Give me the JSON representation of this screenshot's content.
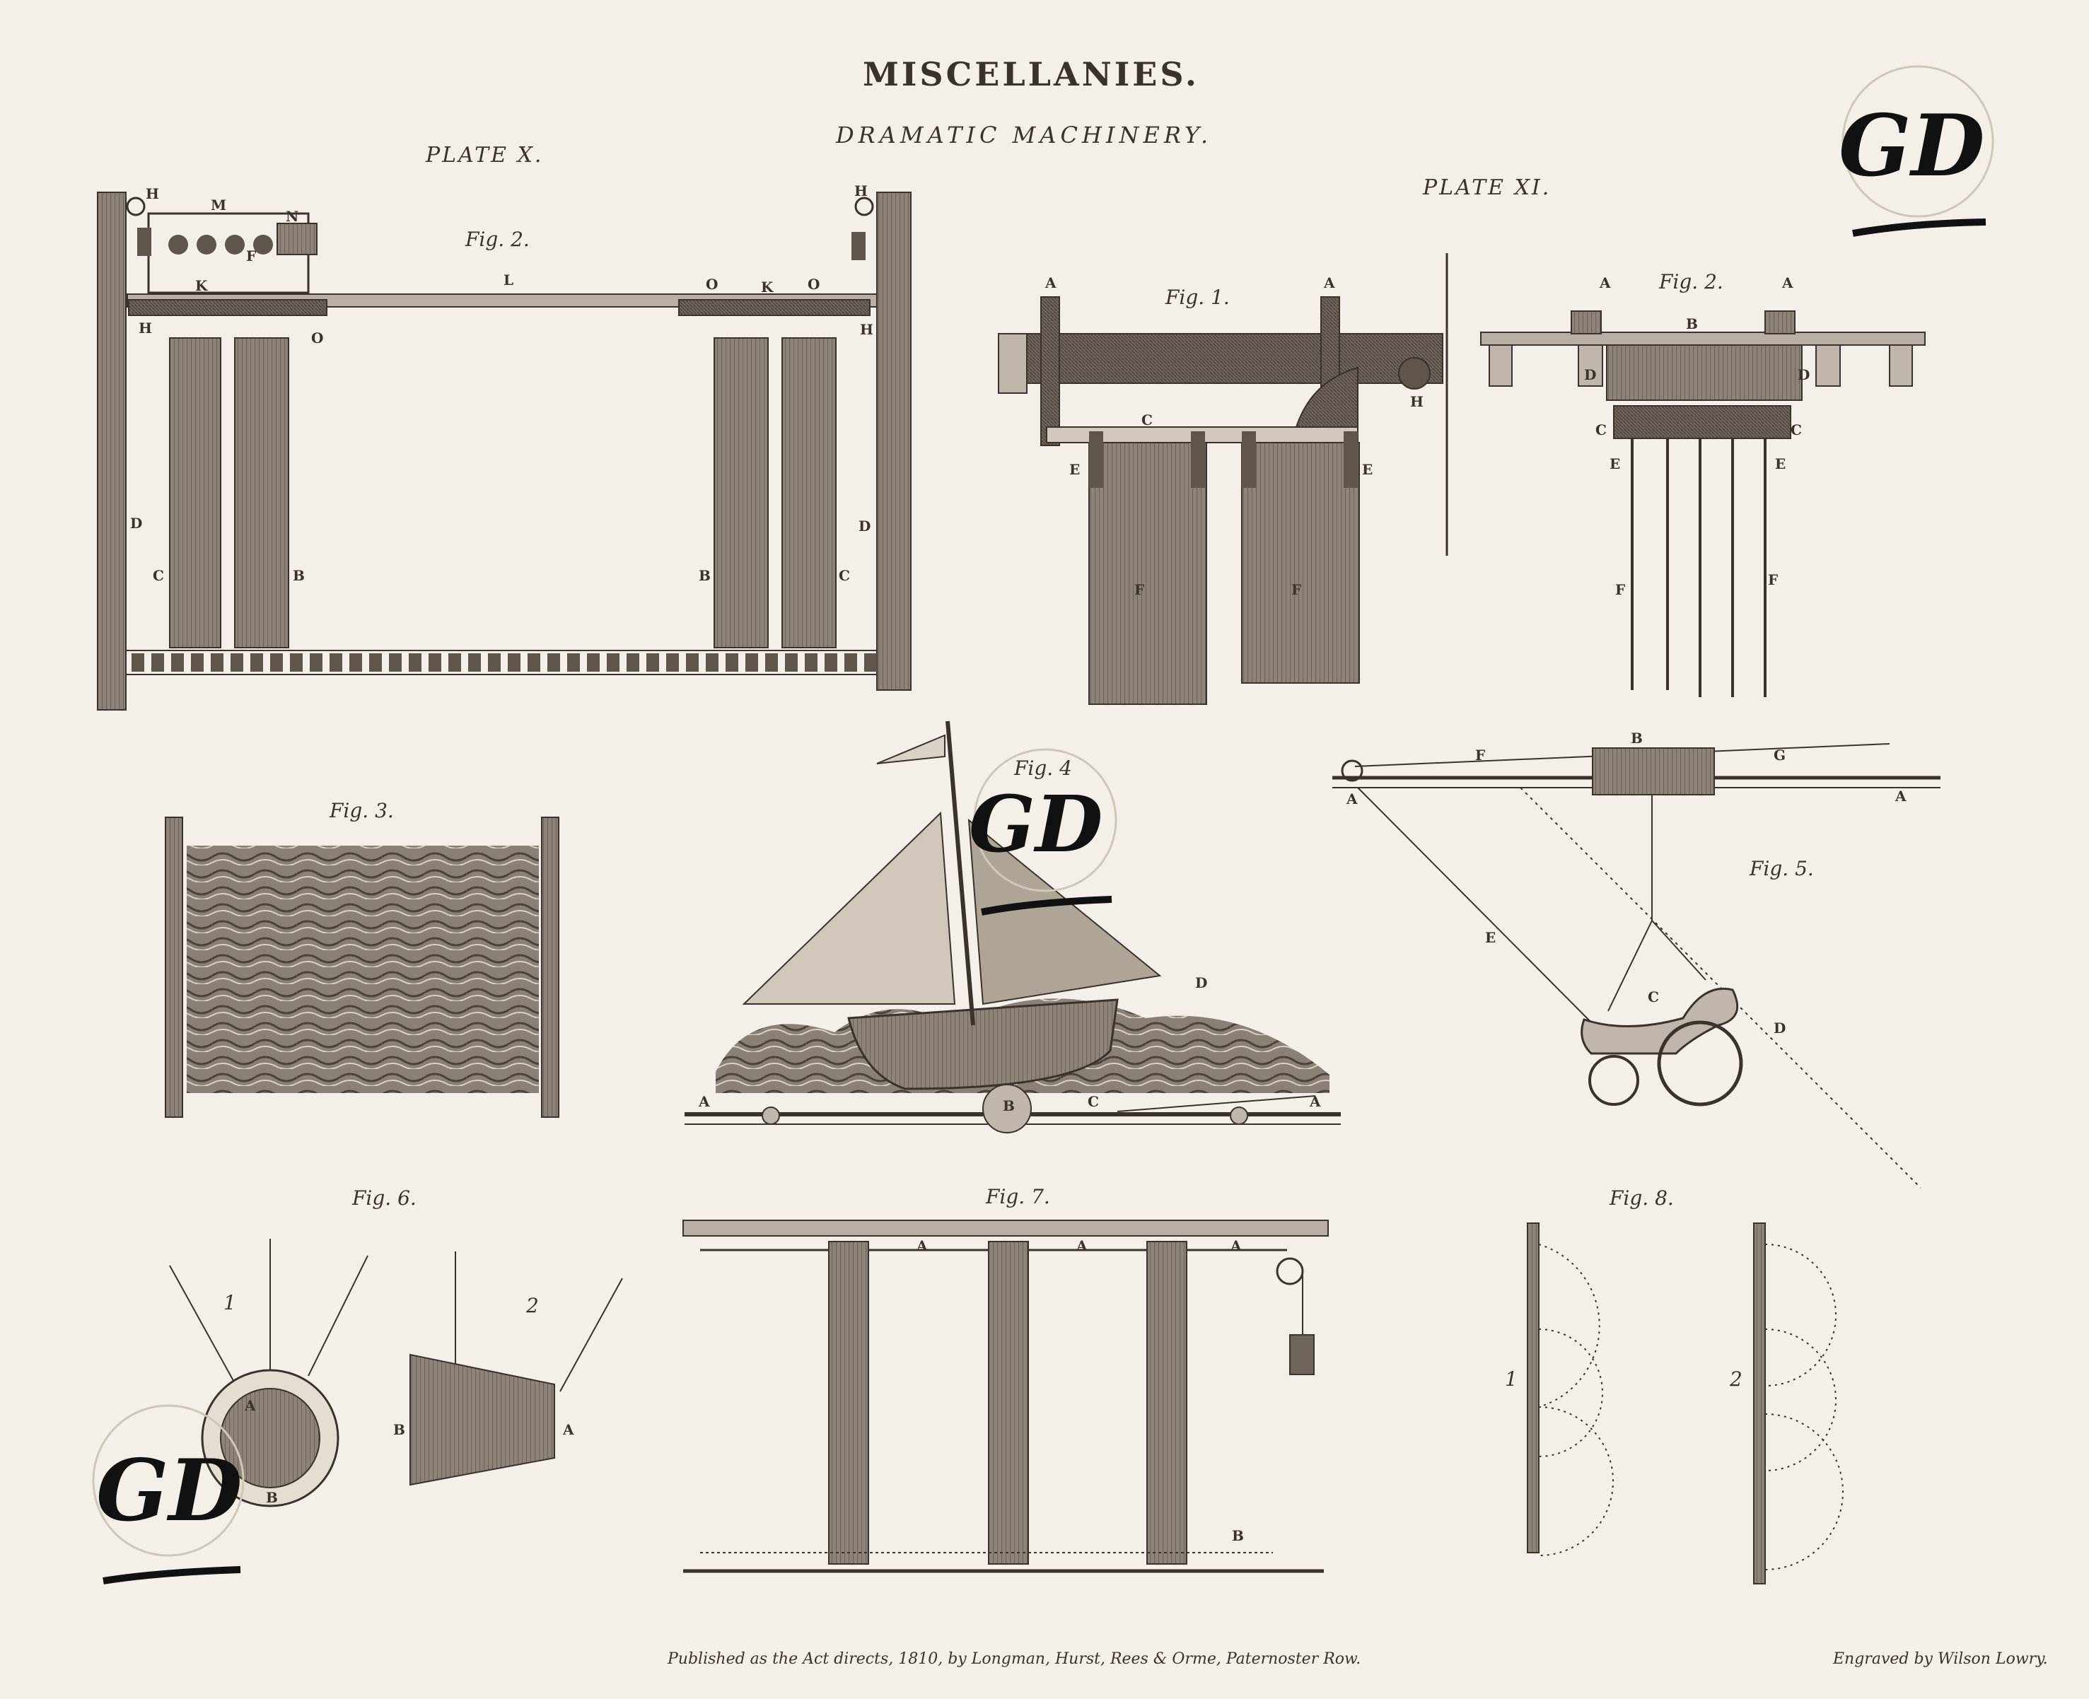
{
  "header": {
    "title": "MISCELLANIES.",
    "subtitle": "DRAMATIC MACHINERY.",
    "plate_left": "PLATE X.",
    "plate_right": "PLATE XI."
  },
  "figures": {
    "plate10_fig2": "Fig. 2.",
    "plate11_fig1": "Fig. 1.",
    "plate11_fig2": "Fig. 2.",
    "fig3": "Fig. 3.",
    "fig4": "Fig. 4",
    "fig5": "Fig. 5.",
    "fig6": "Fig. 6.",
    "fig7": "Fig. 7.",
    "fig8": "Fig. 8."
  },
  "labels": {
    "H": "H",
    "M": "M",
    "N": "N",
    "F": "F",
    "K": "K",
    "L": "L",
    "O": "O",
    "D": "D",
    "C": "C",
    "B": "B",
    "A": "A",
    "E": "E",
    "G": "G",
    "one": "1",
    "two": "2"
  },
  "watermark": {
    "text": "GD",
    "color": "#111111"
  },
  "footer": {
    "published": "Published as the Act directs, 1810, by Longman, Hurst, Rees & Orme, Paternoster Row.",
    "engraver": "Engraved by Wilson Lowry."
  },
  "colors": {
    "paper": "#f4efe8",
    "ink": "#3a332c",
    "dark": "#5e554b",
    "mid": "#8d8479"
  }
}
